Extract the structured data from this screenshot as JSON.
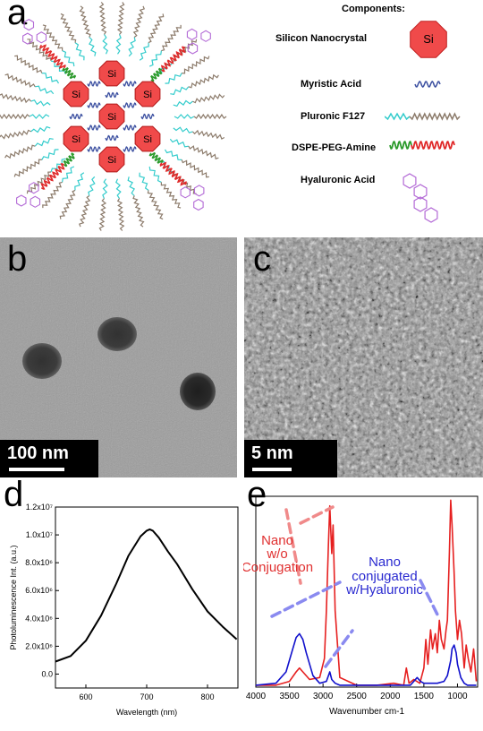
{
  "panel_a": {
    "letter": "a",
    "components_title": "Components:",
    "nanocrystal_label": "Si",
    "components": [
      {
        "label": "Silicon Nanocrystal",
        "icon": "silicon-nanocrystal-icon"
      },
      {
        "label": "Myristic Acid",
        "icon": "myristic-acid-icon"
      },
      {
        "label": "Pluronic F127",
        "icon": "pluronic-f127-icon"
      },
      {
        "label": "DSPE-PEG-Amine",
        "icon": "dspe-peg-amine-icon"
      },
      {
        "label": "Hyaluronic Acid",
        "icon": "hyaluronic-acid-icon"
      }
    ],
    "colors": {
      "nanocrystal": "#f04a4a",
      "myristic": "#3b4fa0",
      "pluronic_head": "#33cccc",
      "pluronic_tail": "#8c7b6b",
      "dspe_green": "#2c9a2c",
      "dspe_red": "#e02a2a",
      "hyaluronic": "#b36ad6"
    }
  },
  "panel_b": {
    "letter": "b",
    "scale_bar": "100 nm"
  },
  "panel_c": {
    "letter": "c",
    "scale_bar": "5 nm"
  },
  "chart_data": [
    {
      "id": "d",
      "letter": "d",
      "type": "line",
      "xlabel": "Wavelength (nm)",
      "ylabel": "Photoluminescence Int. (a.u.)",
      "xlim": [
        550,
        850
      ],
      "ylim": [
        -0.1,
        1.2
      ],
      "x_ticks": [
        600,
        700,
        800
      ],
      "y_ticks": [
        {
          "value": 0.0,
          "label": "0.0"
        },
        {
          "value": 0.2,
          "label": "2.0x10⁶"
        },
        {
          "value": 0.4,
          "label": "4.0x10⁶"
        },
        {
          "value": 0.6,
          "label": "6.0x10⁶"
        },
        {
          "value": 0.8,
          "label": "8.0x10⁶"
        },
        {
          "value": 1.0,
          "label": "1.0x10⁷"
        },
        {
          "value": 1.2,
          "label": "1.2x10⁷"
        }
      ],
      "series": [
        {
          "color": "#000000",
          "x": [
            550,
            575,
            600,
            625,
            650,
            670,
            690,
            700,
            705,
            710,
            720,
            735,
            750,
            775,
            800,
            825,
            848
          ],
          "y": [
            0.09,
            0.13,
            0.24,
            0.42,
            0.65,
            0.85,
            0.99,
            1.03,
            1.04,
            1.03,
            0.98,
            0.88,
            0.79,
            0.61,
            0.45,
            0.34,
            0.25
          ]
        }
      ]
    },
    {
      "id": "e",
      "letter": "e",
      "type": "line",
      "xlabel": "Wavenumber cm-1",
      "ylabel": "",
      "xlim": [
        4000,
        700
      ],
      "ylim": [
        0,
        1.0
      ],
      "x_ticks": [
        4000,
        3500,
        3000,
        2500,
        2000,
        1500,
        1000
      ],
      "annotations": [
        {
          "text": "Nano",
          "color": "#e03030"
        },
        {
          "text": "w/o",
          "color": "#e03030"
        },
        {
          "text": "Conjugation",
          "color": "#e03030"
        },
        {
          "text": "Nano",
          "color": "#2a2ad0"
        },
        {
          "text": "conjugated",
          "color": "#2a2ad0"
        },
        {
          "text": "w/Hyaluronic",
          "color": "#2a2ad0"
        }
      ],
      "series": [
        {
          "color": "#e62020",
          "x": [
            4000,
            3700,
            3500,
            3400,
            3350,
            3300,
            3200,
            3050,
            2980,
            2950,
            2920,
            2900,
            2870,
            2850,
            2820,
            2750,
            2500,
            2200,
            1950,
            1800,
            1760,
            1720,
            1650,
            1560,
            1500,
            1470,
            1440,
            1400,
            1370,
            1330,
            1300,
            1270,
            1240,
            1200,
            1170,
            1150,
            1120,
            1100,
            1080,
            1050,
            1030,
            1000,
            970,
            940,
            900,
            870,
            840,
            800,
            760,
            720
          ],
          "y": [
            0.01,
            0.01,
            0.03,
            0.08,
            0.1,
            0.08,
            0.04,
            0.05,
            0.15,
            0.4,
            0.75,
            0.95,
            0.7,
            0.85,
            0.4,
            0.05,
            0.01,
            0.01,
            0.02,
            0.01,
            0.1,
            0.02,
            0.04,
            0.02,
            0.1,
            0.25,
            0.12,
            0.3,
            0.2,
            0.28,
            0.18,
            0.35,
            0.25,
            0.2,
            0.3,
            0.35,
            0.7,
            0.98,
            0.85,
            0.6,
            0.4,
            0.25,
            0.35,
            0.28,
            0.1,
            0.22,
            0.15,
            0.08,
            0.2,
            0.03
          ]
        },
        {
          "color": "#1010cc",
          "x": [
            4000,
            3700,
            3550,
            3450,
            3400,
            3350,
            3300,
            3250,
            3150,
            3050,
            2950,
            2900,
            2870,
            2820,
            2750,
            2500,
            2000,
            1700,
            1650,
            1600,
            1550,
            1500,
            1400,
            1300,
            1200,
            1150,
            1100,
            1080,
            1050,
            1020,
            1000,
            950,
            900,
            850,
            800,
            720
          ],
          "y": [
            0.01,
            0.02,
            0.08,
            0.2,
            0.26,
            0.28,
            0.25,
            0.18,
            0.06,
            0.02,
            0.03,
            0.08,
            0.04,
            0.02,
            0.01,
            0.01,
            0.01,
            0.01,
            0.03,
            0.05,
            0.03,
            0.02,
            0.02,
            0.02,
            0.03,
            0.06,
            0.14,
            0.2,
            0.22,
            0.18,
            0.12,
            0.05,
            0.02,
            0.01,
            0.01,
            0.01
          ]
        }
      ]
    }
  ]
}
